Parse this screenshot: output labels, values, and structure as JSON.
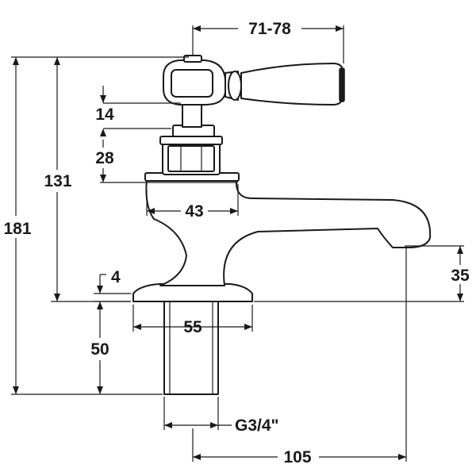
{
  "dimensions": {
    "lever_reach": "71-78",
    "total_height": "181",
    "height_above_deck": "131",
    "handle_stem": "14",
    "headwork": "28",
    "body_width": "43",
    "spout_height": "35",
    "flange_thickness": "4",
    "base_diameter": "55",
    "tail_length": "50",
    "thread": "G3/4\"",
    "projection": "105"
  }
}
